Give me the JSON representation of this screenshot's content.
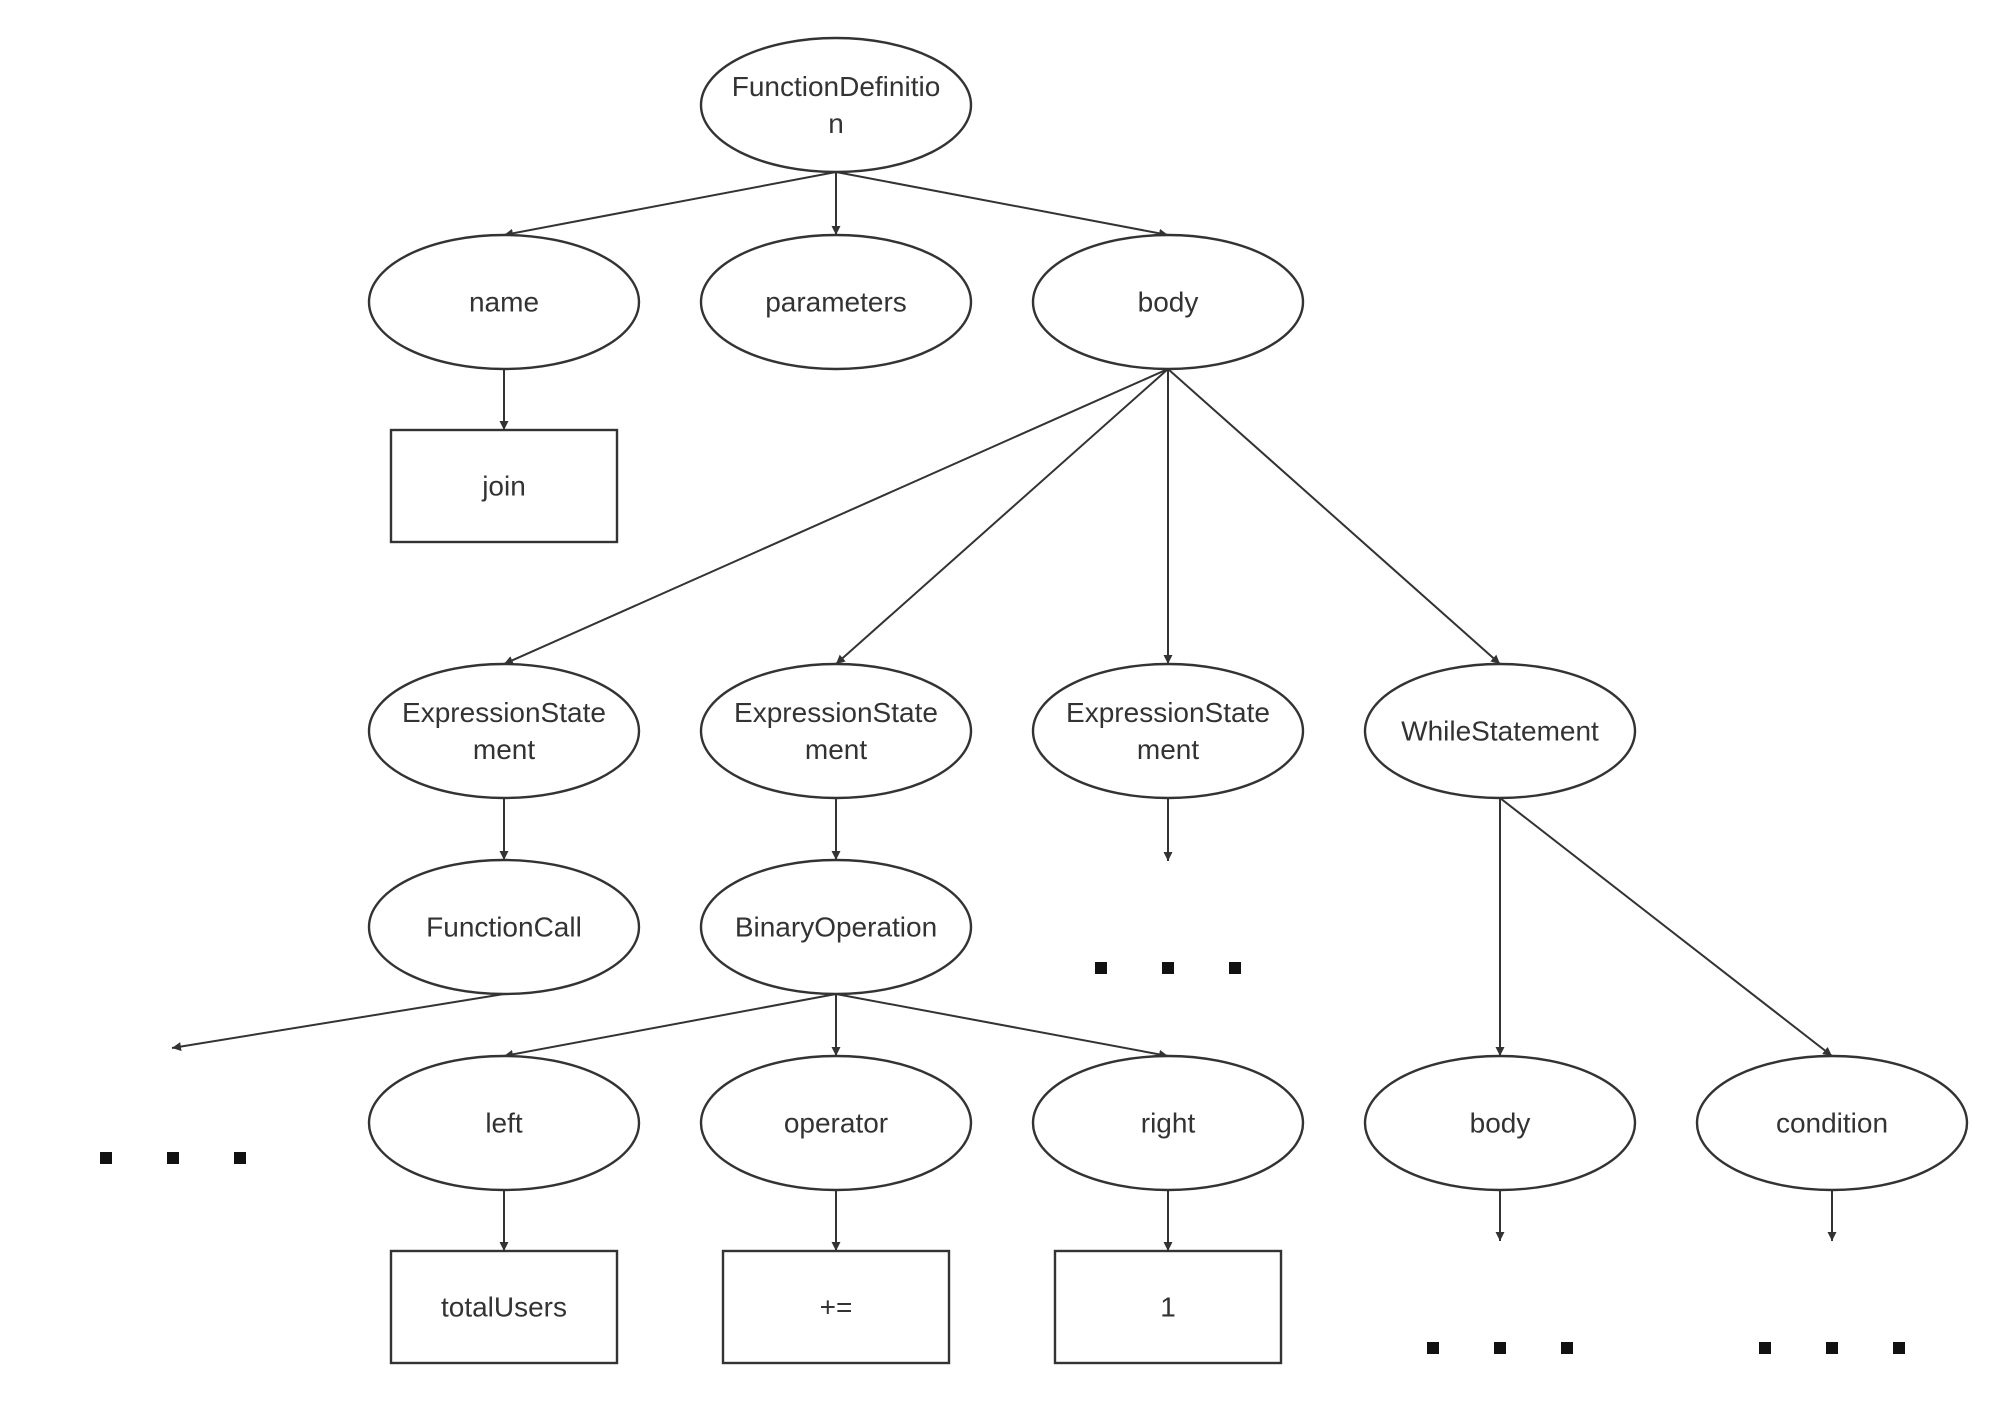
{
  "diagram": {
    "nodes": [
      {
        "id": "fd",
        "shape": "ellipse",
        "lines": [
          "FunctionDefinitio",
          "n"
        ]
      },
      {
        "id": "name",
        "shape": "ellipse",
        "lines": [
          "name"
        ]
      },
      {
        "id": "params",
        "shape": "ellipse",
        "lines": [
          "parameters"
        ]
      },
      {
        "id": "body",
        "shape": "ellipse",
        "lines": [
          "body"
        ]
      },
      {
        "id": "join",
        "shape": "rect",
        "lines": [
          "join"
        ]
      },
      {
        "id": "es1",
        "shape": "ellipse",
        "lines": [
          "ExpressionState",
          "ment"
        ]
      },
      {
        "id": "es2",
        "shape": "ellipse",
        "lines": [
          "ExpressionState",
          "ment"
        ]
      },
      {
        "id": "es3",
        "shape": "ellipse",
        "lines": [
          "ExpressionState",
          "ment"
        ]
      },
      {
        "id": "while",
        "shape": "ellipse",
        "lines": [
          "WhileStatement"
        ]
      },
      {
        "id": "fcall",
        "shape": "ellipse",
        "lines": [
          "FunctionCall"
        ]
      },
      {
        "id": "binop",
        "shape": "ellipse",
        "lines": [
          "BinaryOperation"
        ]
      },
      {
        "id": "left",
        "shape": "ellipse",
        "lines": [
          "left"
        ]
      },
      {
        "id": "op",
        "shape": "ellipse",
        "lines": [
          "operator"
        ]
      },
      {
        "id": "right",
        "shape": "ellipse",
        "lines": [
          "right"
        ]
      },
      {
        "id": "wbody",
        "shape": "ellipse",
        "lines": [
          "body"
        ]
      },
      {
        "id": "cond",
        "shape": "ellipse",
        "lines": [
          "condition"
        ]
      },
      {
        "id": "total",
        "shape": "rect",
        "lines": [
          "totalUsers"
        ]
      },
      {
        "id": "pluseq",
        "shape": "rect",
        "lines": [
          "+="
        ]
      },
      {
        "id": "one",
        "shape": "rect",
        "lines": [
          "1"
        ]
      }
    ],
    "edges": [
      [
        "fd",
        "name"
      ],
      [
        "fd",
        "params"
      ],
      [
        "fd",
        "body"
      ],
      [
        "name",
        "join"
      ],
      [
        "body",
        "es1"
      ],
      [
        "body",
        "es2"
      ],
      [
        "body",
        "es3"
      ],
      [
        "body",
        "while"
      ],
      [
        "es1",
        "fcall"
      ],
      [
        "es2",
        "binop"
      ],
      [
        "es3",
        "ellipsis-es3"
      ],
      [
        "fcall",
        "ellipsis-fcall"
      ],
      [
        "binop",
        "left"
      ],
      [
        "binop",
        "op"
      ],
      [
        "binop",
        "right"
      ],
      [
        "left",
        "total"
      ],
      [
        "op",
        "pluseq"
      ],
      [
        "right",
        "one"
      ],
      [
        "while",
        "wbody"
      ],
      [
        "while",
        "cond"
      ],
      [
        "wbody",
        "ellipsis-wbody"
      ],
      [
        "cond",
        "ellipsis-cond"
      ]
    ],
    "ellipses": [
      "ellipsis-fcall",
      "ellipsis-es3",
      "ellipsis-wbody",
      "ellipsis-cond"
    ],
    "colors": {
      "stroke": "#333333",
      "text": "#333333",
      "fill": "#ffffff",
      "dots": "#111111"
    }
  }
}
